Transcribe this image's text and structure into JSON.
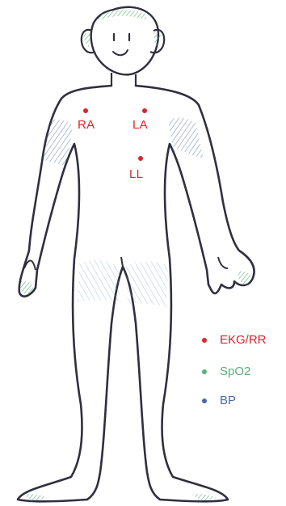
{
  "colors": {
    "outline": "#2f2f3f",
    "ekg": "#d6262e",
    "spo2": "#5bb077",
    "bp": "#4d66a8"
  },
  "leads": {
    "ra": "RA",
    "la": "LA",
    "ll": "LL"
  },
  "legend": {
    "ekg": {
      "label": "EKG/RR",
      "icon": "red-dot"
    },
    "spo2": {
      "label": "SpO2",
      "icon": "green-dot"
    },
    "bp": {
      "label": "BP",
      "icon": "blue-dot"
    }
  }
}
